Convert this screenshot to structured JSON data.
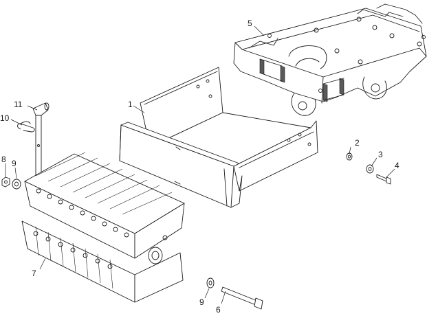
{
  "callouts": [
    {
      "id": "1",
      "label": "1"
    },
    {
      "id": "2",
      "label": "2"
    },
    {
      "id": "3",
      "label": "3"
    },
    {
      "id": "4",
      "label": "4"
    },
    {
      "id": "5",
      "label": "5"
    },
    {
      "id": "6",
      "label": "6"
    },
    {
      "id": "7",
      "label": "7"
    },
    {
      "id": "8",
      "label": "8"
    },
    {
      "id": "9a",
      "label": "9"
    },
    {
      "id": "9b",
      "label": "9"
    },
    {
      "id": "10",
      "label": "10"
    },
    {
      "id": "11",
      "label": "11"
    }
  ]
}
